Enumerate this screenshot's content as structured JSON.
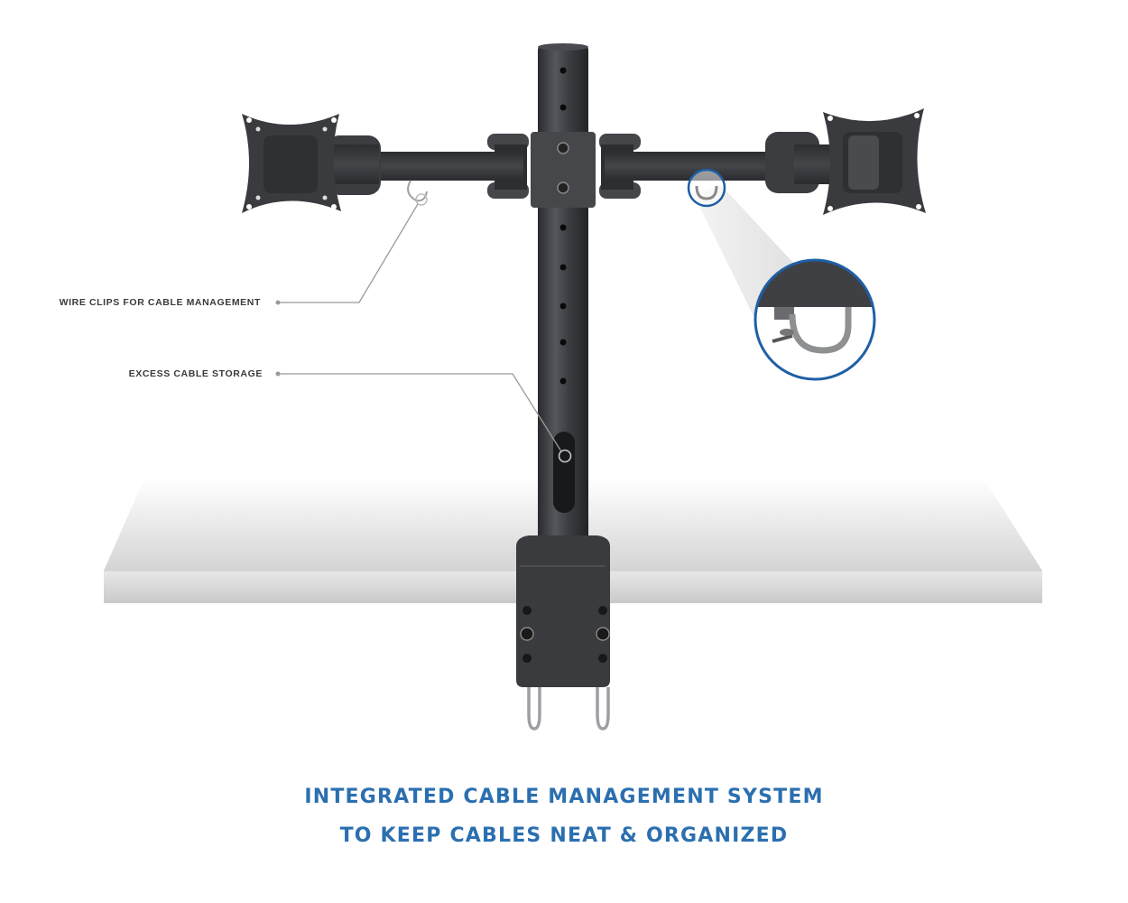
{
  "callouts": {
    "wire_clips": {
      "label": "WIRE CLIPS FOR CABLE MANAGEMENT"
    },
    "cable_storage": {
      "label": "EXCESS CABLE STORAGE"
    }
  },
  "caption": {
    "line1": "INTEGRATED CABLE MANAGEMENT SYSTEM",
    "line2": "TO KEEP CABLES NEAT & ORGANIZED"
  },
  "colors": {
    "caption_blue": "#2b6fb0",
    "zoom_ring_blue": "#1f5fa6",
    "mount_dark": "#3b3c40",
    "callout_line": "#9a9a9a",
    "label_text": "#3a3a3a"
  },
  "product": {
    "name": "dual-monitor-desk-mount",
    "components": [
      "pole",
      "left-arm",
      "right-arm",
      "left-vesa-plate",
      "right-vesa-plate",
      "desk-clamp",
      "wire-clip",
      "cable-storage-slot",
      "magnified-clip-inset"
    ]
  }
}
